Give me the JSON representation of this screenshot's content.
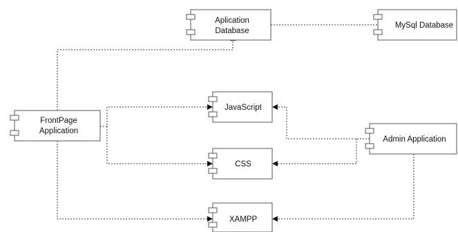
{
  "components": {
    "app_db": {
      "lines": [
        "Aplication",
        "Database"
      ]
    },
    "mysql": {
      "lines": [
        "MySql Database"
      ]
    },
    "frontpage": {
      "lines": [
        "FrontPage",
        "Application"
      ]
    },
    "javascript": {
      "lines": [
        "JavaScript"
      ]
    },
    "css": {
      "lines": [
        "CSS"
      ]
    },
    "admin": {
      "lines": [
        "Admin Application"
      ]
    },
    "xampp": {
      "lines": [
        "XAMPP"
      ]
    }
  }
}
